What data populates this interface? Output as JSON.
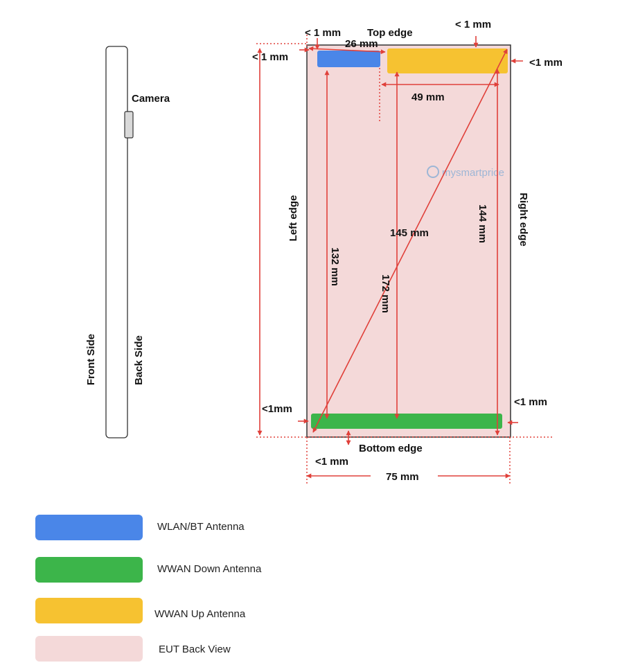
{
  "colors": {
    "wlan": "#4A86E8",
    "wwan_down": "#3CB54A",
    "wwan_up": "#F6C231",
    "eut_back": "#F4D9D9",
    "dimension": "#E0403A"
  },
  "side_view": {
    "camera_label": "Camera",
    "front_label": "Front Side",
    "back_label": "Back Side"
  },
  "back_view": {
    "top_edge": "Top edge",
    "bottom_edge": "Bottom edge",
    "left_edge": "Left edge",
    "right_edge": "Right edge",
    "watermark": "mysmartprice",
    "dims": {
      "top_left_lt1": "< 1 mm",
      "top_right_lt1": "< 1 mm",
      "left_top_lt1": "< 1 mm",
      "right_top_lt1": "<1 mm",
      "wlan_width": "26 mm",
      "wwan_up_width": "49 mm",
      "left_132": "132 mm",
      "center_145": "145 mm",
      "right_144": "144 mm",
      "diag_172": "172 mm",
      "left_bottom_lt1": "<1mm",
      "right_bottom_lt1": "<1 mm",
      "bottom_lt1": "<1 mm",
      "width_75": "75 mm"
    }
  },
  "legend": [
    {
      "label": "WLAN/BT Antenna",
      "color": "#4A86E8"
    },
    {
      "label": "WWAN Down Antenna",
      "color": "#3CB54A"
    },
    {
      "label": "WWAN Up Antenna",
      "color": "#F6C231"
    },
    {
      "label": "EUT Back View",
      "color": "#F4D9D9"
    }
  ]
}
